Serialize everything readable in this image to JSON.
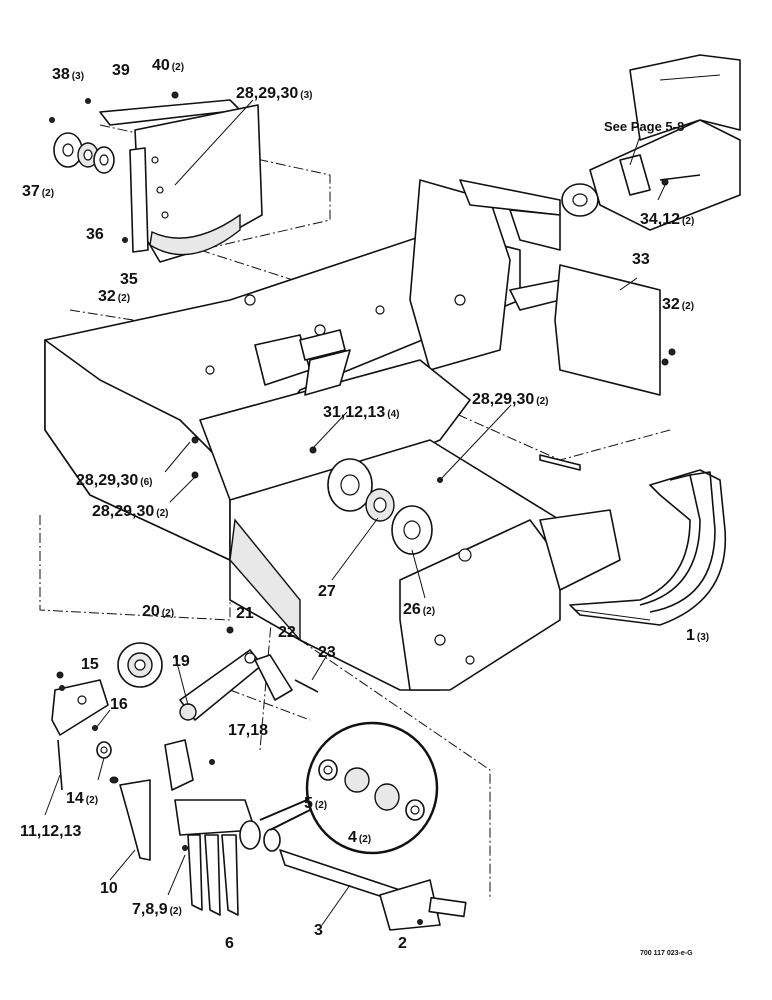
{
  "see_page": "See Page 5-8",
  "drawing_code": "700 117 023-e-G",
  "callouts": {
    "c38": {
      "label": "38",
      "qty": "(3)"
    },
    "c39": {
      "label": "39",
      "qty": ""
    },
    "c40": {
      "label": "40",
      "qty": "(2)"
    },
    "c282930_3": {
      "label": "28,29,30",
      "qty": "(3)"
    },
    "c37": {
      "label": "37",
      "qty": "(2)"
    },
    "c36": {
      "label": "36",
      "qty": ""
    },
    "c32a": {
      "label": "32",
      "qty": "(2)"
    },
    "c35": {
      "label": "35",
      "qty": ""
    },
    "c3412": {
      "label": "34,12",
      "qty": "(2)"
    },
    "c33": {
      "label": "33",
      "qty": ""
    },
    "c32b": {
      "label": "32",
      "qty": "(2)"
    },
    "c282930_2a": {
      "label": "28,29,30",
      "qty": "(2)"
    },
    "c311213": {
      "label": "31,12,13",
      "qty": "(4)"
    },
    "c282930_6": {
      "label": "28,29,30",
      "qty": "(6)"
    },
    "c282930_2b": {
      "label": "28,29,30",
      "qty": "(2)"
    },
    "c27": {
      "label": "27",
      "qty": ""
    },
    "c26": {
      "label": "26",
      "qty": "(2)"
    },
    "c1": {
      "label": "1",
      "qty": "(3)"
    },
    "c20": {
      "label": "20",
      "qty": "(2)"
    },
    "c21": {
      "label": "21",
      "qty": ""
    },
    "c22": {
      "label": "22",
      "qty": ""
    },
    "c23": {
      "label": "23",
      "qty": ""
    },
    "c15": {
      "label": "15",
      "qty": ""
    },
    "c19": {
      "label": "19",
      "qty": ""
    },
    "c16": {
      "label": "16",
      "qty": ""
    },
    "c1718": {
      "label": "17,18",
      "qty": ""
    },
    "c14": {
      "label": "14",
      "qty": "(2)"
    },
    "c5": {
      "label": "5",
      "qty": "(2)"
    },
    "c4": {
      "label": "4",
      "qty": "(2)"
    },
    "c111213": {
      "label": "11,12,13",
      "qty": ""
    },
    "c10": {
      "label": "10",
      "qty": ""
    },
    "c789": {
      "label": "7,8,9",
      "qty": "(2)"
    },
    "c3": {
      "label": "3",
      "qty": ""
    },
    "c2": {
      "label": "2",
      "qty": ""
    },
    "c6": {
      "label": "6",
      "qty": ""
    }
  }
}
